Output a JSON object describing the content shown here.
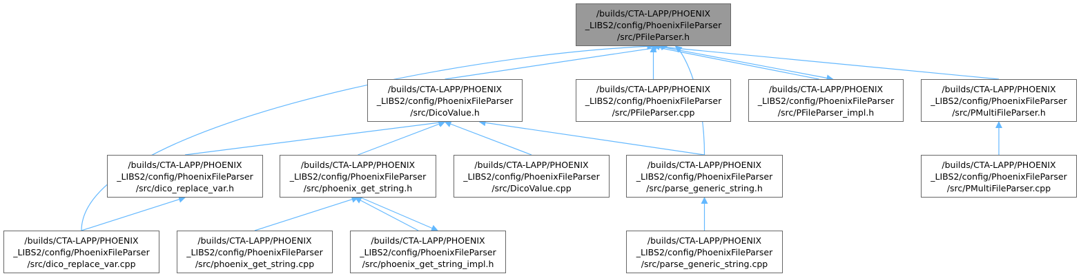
{
  "colors": {
    "edge": "#63b8ff",
    "root_fill": "#999999",
    "node_fill": "#ffffff",
    "node_border": "#666666"
  },
  "nodes": {
    "pfileparser_h": [
      "/builds/CTA-LAPP/PHOENIX",
      "_LIBS2/config/PhoenixFileParser",
      "/src/PFileParser.h"
    ],
    "dicovalue_h": [
      "/builds/CTA-LAPP/PHOENIX",
      "_LIBS2/config/PhoenixFileParser",
      "/src/DicoValue.h"
    ],
    "pfileparser_cpp": [
      "/builds/CTA-LAPP/PHOENIX",
      "_LIBS2/config/PhoenixFileParser",
      "/src/PFileParser.cpp"
    ],
    "pfileparser_impl_h": [
      "/builds/CTA-LAPP/PHOENIX",
      "_LIBS2/config/PhoenixFileParser",
      "/src/PFileParser_impl.h"
    ],
    "pmultifileparser_h": [
      "/builds/CTA-LAPP/PHOENIX",
      "_LIBS2/config/PhoenixFileParser",
      "/src/PMultiFileParser.h"
    ],
    "dico_replace_var_h": [
      "/builds/CTA-LAPP/PHOENIX",
      "_LIBS2/config/PhoenixFileParser",
      "/src/dico_replace_var.h"
    ],
    "phoenix_get_string_h": [
      "/builds/CTA-LAPP/PHOENIX",
      "_LIBS2/config/PhoenixFileParser",
      "/src/phoenix_get_string.h"
    ],
    "dicovalue_cpp": [
      "/builds/CTA-LAPP/PHOENIX",
      "_LIBS2/config/PhoenixFileParser",
      "/src/DicoValue.cpp"
    ],
    "parse_generic_string_h": [
      "/builds/CTA-LAPP/PHOENIX",
      "_LIBS2/config/PhoenixFileParser",
      "/src/parse_generic_string.h"
    ],
    "pmultifileparser_cpp": [
      "/builds/CTA-LAPP/PHOENIX",
      "_LIBS2/config/PhoenixFileParser",
      "/src/PMultiFileParser.cpp"
    ],
    "dico_replace_var_cpp": [
      "/builds/CTA-LAPP/PHOENIX",
      "_LIBS2/config/PhoenixFileParser",
      "/src/dico_replace_var.cpp"
    ],
    "phoenix_get_string_cpp": [
      "/builds/CTA-LAPP/PHOENIX",
      "_LIBS2/config/PhoenixFileParser",
      "/src/phoenix_get_string.cpp"
    ],
    "phoenix_get_string_impl_h": [
      "/builds/CTA-LAPP/PHOENIX",
      "_LIBS2/config/PhoenixFileParser",
      "/src/phoenix_get_string_impl.h"
    ],
    "parse_generic_string_cpp": [
      "/builds/CTA-LAPP/PHOENIX",
      "_LIBS2/config/PhoenixFileParser",
      "/src/parse_generic_string.cpp"
    ]
  },
  "edges": [
    {
      "from": "dicovalue_h",
      "to": "pfileparser_h"
    },
    {
      "from": "pfileparser_cpp",
      "to": "pfileparser_h"
    },
    {
      "from": "pfileparser_impl_h",
      "to": "pfileparser_h"
    },
    {
      "from": "pfileparser_h",
      "to": "pfileparser_impl_h"
    },
    {
      "from": "pmultifileparser_h",
      "to": "pfileparser_h"
    },
    {
      "from": "dico_replace_var_cpp",
      "to": "pfileparser_h"
    },
    {
      "from": "parse_generic_string_h",
      "to": "pfileparser_h"
    },
    {
      "from": "dico_replace_var_h",
      "to": "dicovalue_h"
    },
    {
      "from": "phoenix_get_string_h",
      "to": "dicovalue_h"
    },
    {
      "from": "dicovalue_cpp",
      "to": "dicovalue_h"
    },
    {
      "from": "parse_generic_string_h",
      "to": "dicovalue_h"
    },
    {
      "from": "pmultifileparser_cpp",
      "to": "pmultifileparser_h"
    },
    {
      "from": "dico_replace_var_cpp",
      "to": "dico_replace_var_h"
    },
    {
      "from": "phoenix_get_string_cpp",
      "to": "phoenix_get_string_h"
    },
    {
      "from": "phoenix_get_string_impl_h",
      "to": "phoenix_get_string_h"
    },
    {
      "from": "phoenix_get_string_h",
      "to": "phoenix_get_string_impl_h"
    },
    {
      "from": "parse_generic_string_cpp",
      "to": "parse_generic_string_h"
    }
  ]
}
